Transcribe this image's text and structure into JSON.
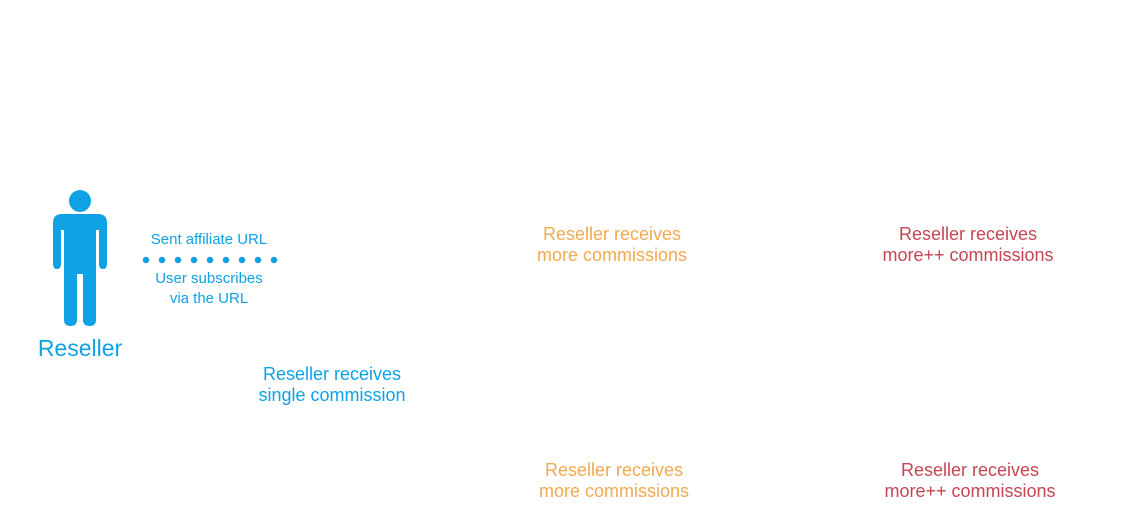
{
  "colors": {
    "blue": "#0ea2e4",
    "orange": "#f2a950",
    "red": "#c64552"
  },
  "icons": {
    "person": "person-icon"
  },
  "reseller": {
    "label": "Reseller"
  },
  "link": {
    "sent_line": "Sent affiliate URL",
    "subscribe_line1": "User subscribes",
    "subscribe_line2": "via the URL"
  },
  "single": {
    "line1": "Reseller receives",
    "line2": "single commission"
  },
  "more_top": {
    "line1": "Reseller receives",
    "line2": "more commissions"
  },
  "morepp_top": {
    "line1": "Reseller receives",
    "line2": "more++ commissions"
  },
  "more_bottom": {
    "line1": "Reseller receives",
    "line2": "more commissions"
  },
  "morepp_bottom": {
    "line1": "Reseller receives",
    "line2": "more++ commissions"
  }
}
